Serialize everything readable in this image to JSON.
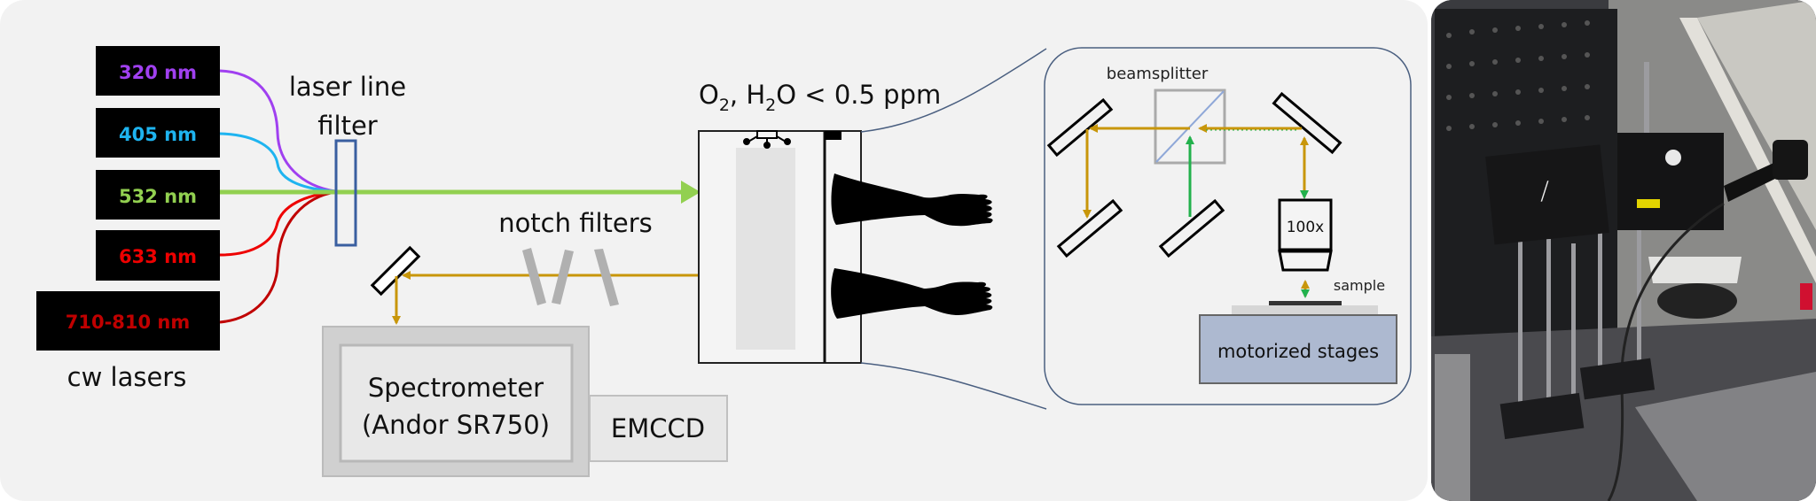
{
  "lasers": {
    "group_label": "cw lasers",
    "items": [
      {
        "label": "320 nm",
        "color": "#a040f0"
      },
      {
        "label": "405 nm",
        "color": "#1eb4f0"
      },
      {
        "label": "532 nm",
        "color": "#92d050"
      },
      {
        "label": "633 nm",
        "color": "#ee0000"
      },
      {
        "label": "710-810 nm",
        "color": "#c00000"
      }
    ]
  },
  "laser_line_filter": {
    "line1": "laser line",
    "line2": "filter"
  },
  "notch_filters": {
    "label": "notch filters"
  },
  "glovebox": {
    "atmosphere_prefix": "O",
    "o2_sub": "2",
    "sep": ", H",
    "h2o_sub": "2",
    "atmosphere_suffix": "O < 0.5 ppm"
  },
  "spectrometer": {
    "line1": "Spectrometer",
    "line2": "(Andor SR750)"
  },
  "detector": {
    "label": "EMCCD"
  },
  "inset": {
    "beamsplitter_label": "beamsplitter",
    "objective_label": "100x",
    "sample_label": "sample",
    "stage_label": "motorized stages"
  },
  "colors": {
    "excitation_green": "#92d050",
    "inset_green": "#22b14c",
    "signal_gold": "#c8960a",
    "filter_blue": "#3a5fa0",
    "inset_border": "#4a5f80",
    "stage_fill": "#adb9d0",
    "panel_bg": "#f2f2f2"
  },
  "photo": {
    "description": "photograph of the optical setup with microscope objective above the glovebox"
  }
}
